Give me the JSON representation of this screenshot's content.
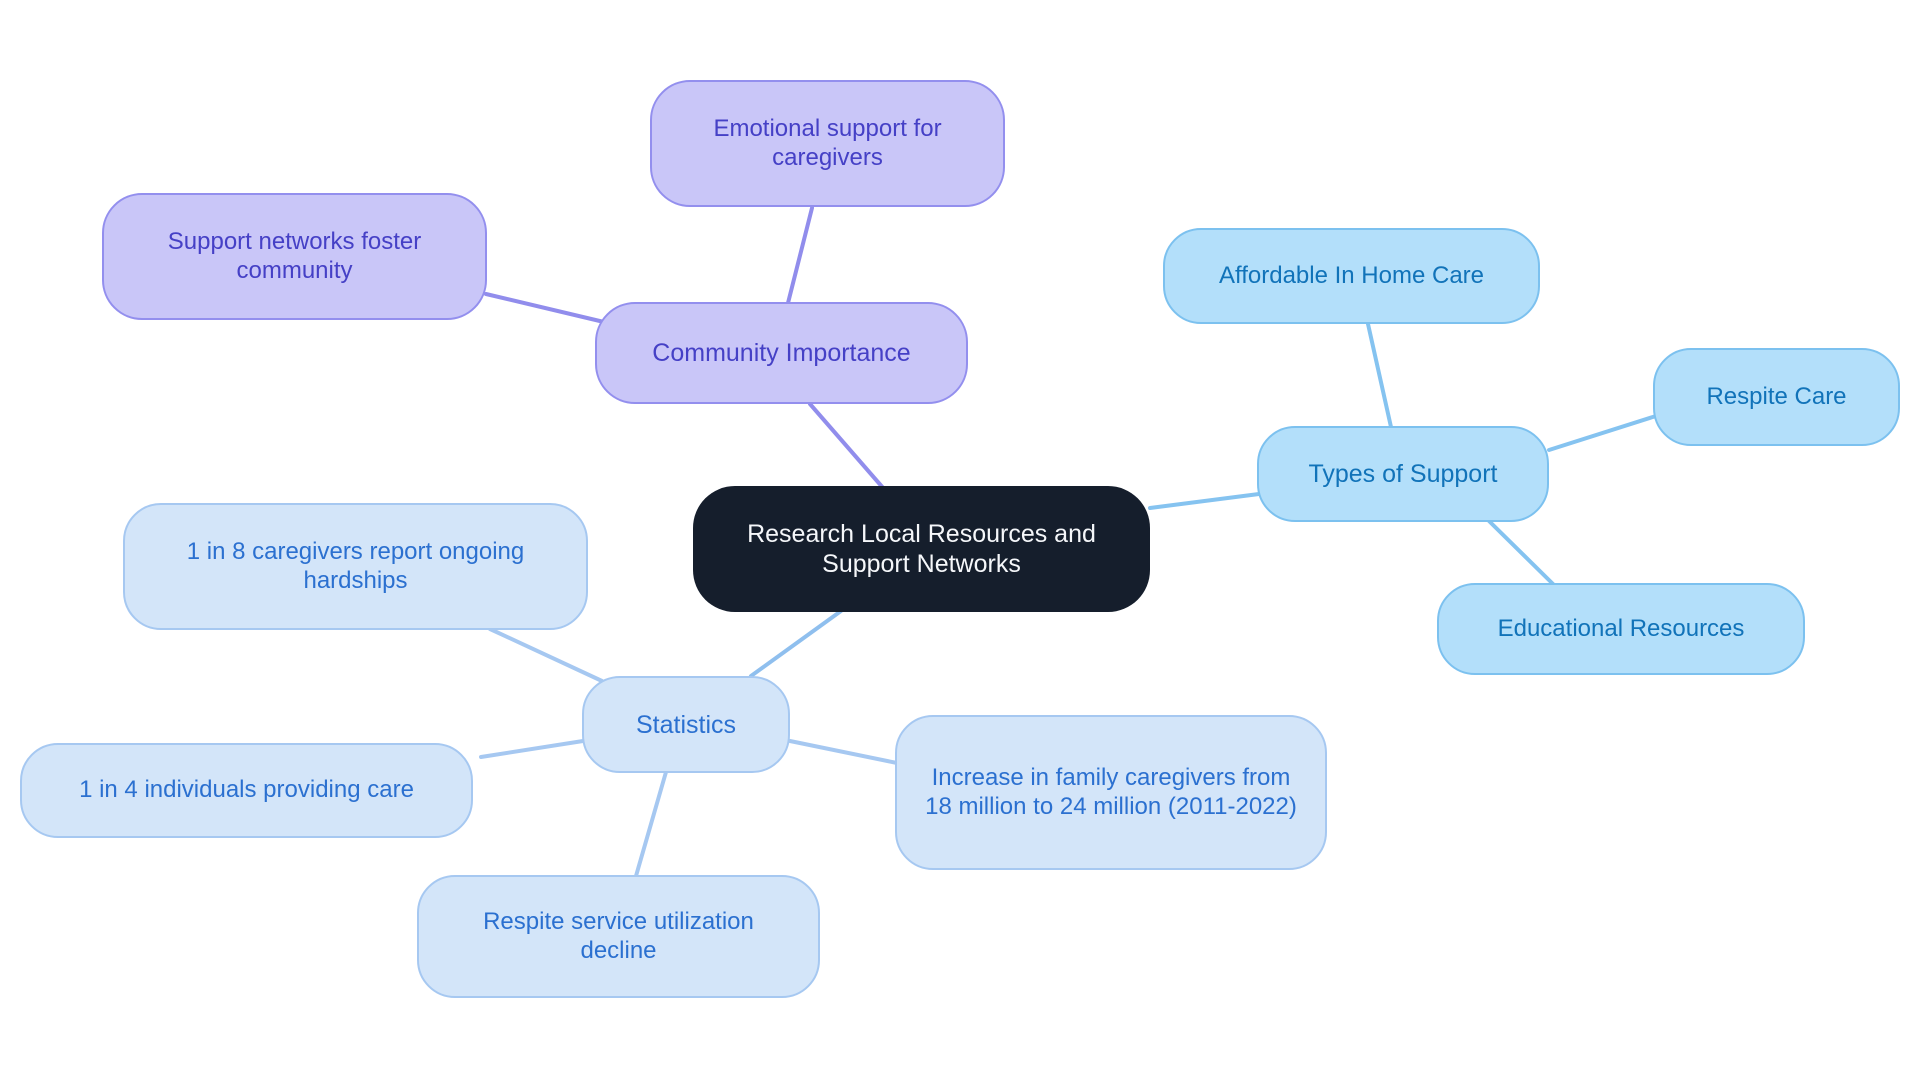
{
  "mindmap": {
    "center": {
      "label": "Research Local Resources and Support Networks"
    },
    "branches": [
      {
        "label": "Community Importance",
        "theme": "purple",
        "children": [
          {
            "label": "Emotional support for caregivers"
          },
          {
            "label": "Support networks foster community"
          }
        ]
      },
      {
        "label": "Types of Support",
        "theme": "blue",
        "children": [
          {
            "label": "Affordable In Home Care"
          },
          {
            "label": "Respite Care"
          },
          {
            "label": "Educational Resources"
          }
        ]
      },
      {
        "label": "Statistics",
        "theme": "pale-blue",
        "children": [
          {
            "label": "1 in 8 caregivers report ongoing hardships"
          },
          {
            "label": "1 in 4 individuals providing care"
          },
          {
            "label": "Respite service utilization decline"
          },
          {
            "label": "Increase in family caregivers from 18 million to 24 million (2011-2022)"
          }
        ]
      }
    ],
    "colors": {
      "background": "#ffffff",
      "center_fill": "#151e2c",
      "center_text": "#f5f7fa",
      "purple_fill": "#c9c6f8",
      "purple_border": "#938fee",
      "purple_text": "#4540c6",
      "purple_connector": "#918dec",
      "blue_fill": "#b3dffa",
      "blue_border": "#7cc1ef",
      "blue_text": "#1173b9",
      "blue_connector": "#85c3f0",
      "pale_blue_fill": "#d3e5f9",
      "pale_blue_border": "#a6c8f1",
      "pale_blue_text": "#2b70d0",
      "pale_blue_connector": "#a6c8f1",
      "center_statistics_connector": "#8fbfee"
    }
  }
}
